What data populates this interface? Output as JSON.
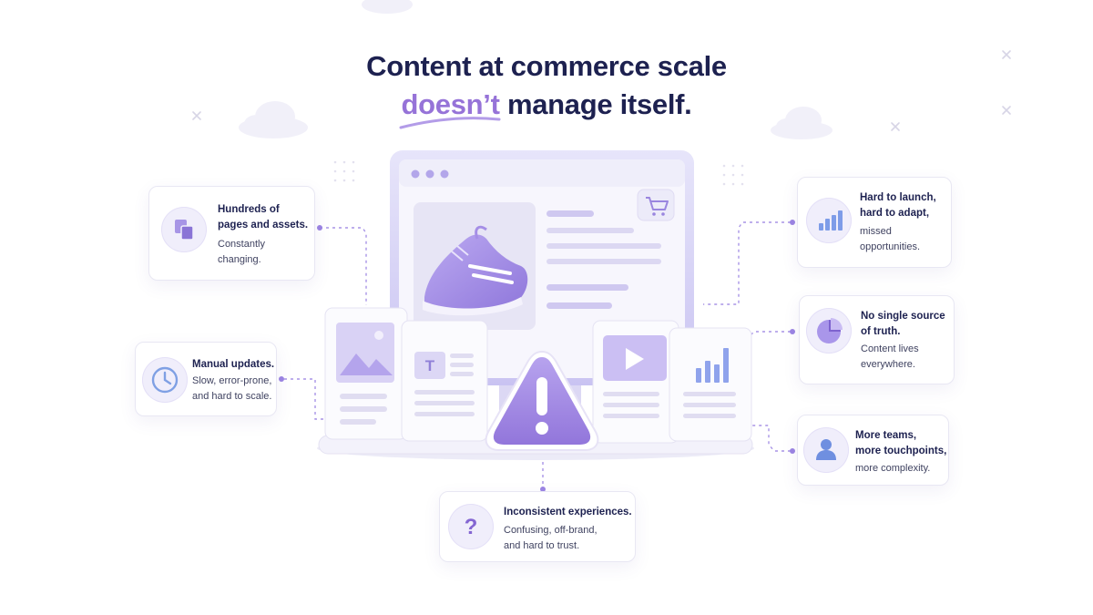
{
  "headline": {
    "line1": "Content at commerce scale",
    "accent": "doesn’t",
    "rest": " manage itself."
  },
  "colors": {
    "navy": "#1d2150",
    "accent": "#9673d8",
    "lavender": "#b7a6ec",
    "card_border": "#e8e7f3"
  },
  "cards": {
    "pages": {
      "title": "Hundreds of\npages and assets.",
      "body": "Constantly\nchanging.",
      "icon": "pages-icon"
    },
    "manual": {
      "title": "Manual updates.",
      "body": "Slow, error-prone,\nand hard to scale.",
      "icon": "clock-icon"
    },
    "launch": {
      "title": "Hard to launch,\nhard to adapt,",
      "body": "missed\nopportunities.",
      "icon": "bar-chart-icon"
    },
    "truth": {
      "title": "No single source\nof truth.",
      "body": "Content lives\neverywhere.",
      "icon": "pie-chart-icon"
    },
    "teams": {
      "title": "More teams,\nmore touchpoints,",
      "body": "more complexity.",
      "icon": "person-icon"
    },
    "inconsistent": {
      "title": "Inconsistent experiences.",
      "body": "Confusing, off-brand,\nand hard to trust.",
      "icon": "question-icon"
    }
  },
  "illustration": {
    "cart_icon": "cart-icon",
    "shoe_image": "sneaker-image",
    "warning_icon": "warning-icon",
    "doc_icons": [
      "image-icon",
      "text-t-icon",
      "play-icon",
      "bar-chart-icon"
    ],
    "text_glyph": "T"
  }
}
